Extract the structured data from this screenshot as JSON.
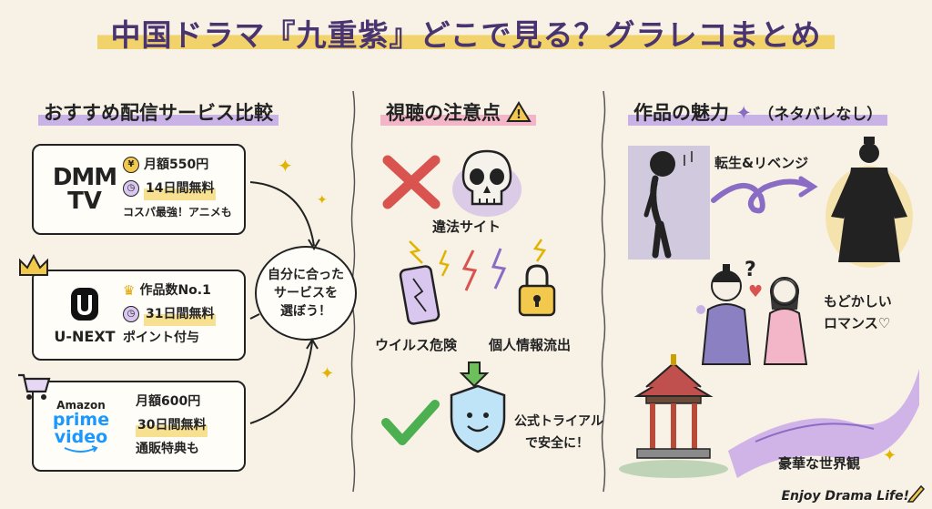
{
  "title": "中国ドラマ『九重紫』どこで見る？グラレコまとめ",
  "sections": {
    "services": "おすすめ配信サービス比較",
    "cautions": "視聴の注意点",
    "appeal": "作品の魅力",
    "appeal_note": "（ネタバレなし）"
  },
  "services": [
    {
      "logo_line1": "DMM",
      "logo_line2": "TV",
      "price": "月額550円",
      "trial": "14日間無料",
      "note": "コスパ最強！アニメも"
    },
    {
      "logo": "U-NEXT",
      "feature": "作品数No.1",
      "trial": "31日間無料",
      "note": "ポイント付与"
    },
    {
      "logo_line1": "Amazon",
      "logo_line2": "prime",
      "logo_line3": "video",
      "price": "月額600円",
      "trial": "30日間無料",
      "note": "通販特典も"
    }
  ],
  "bubble": {
    "line1": "自分に合った",
    "line2": "サービスを",
    "line3": "選ぼう！"
  },
  "cautions": {
    "illegal": "違法サイト",
    "virus": "ウイルス危険",
    "leak": "個人情報流出",
    "safe_line1": "公式トライアル",
    "safe_line2": "で安全に！"
  },
  "appeal": {
    "revenge": "転生&リベンジ",
    "romance_line1": "もどかしい",
    "romance_line2": "ロマンス♡",
    "world": "豪華な世界観"
  },
  "footer": "Enjoy Drama Life!",
  "colors": {
    "title": "#4a3470",
    "highlight_yellow": "#f2d36b",
    "purple": "#c9b3e6",
    "pink": "#f3b6c8",
    "red": "#d9534f",
    "green": "#4caf50"
  }
}
